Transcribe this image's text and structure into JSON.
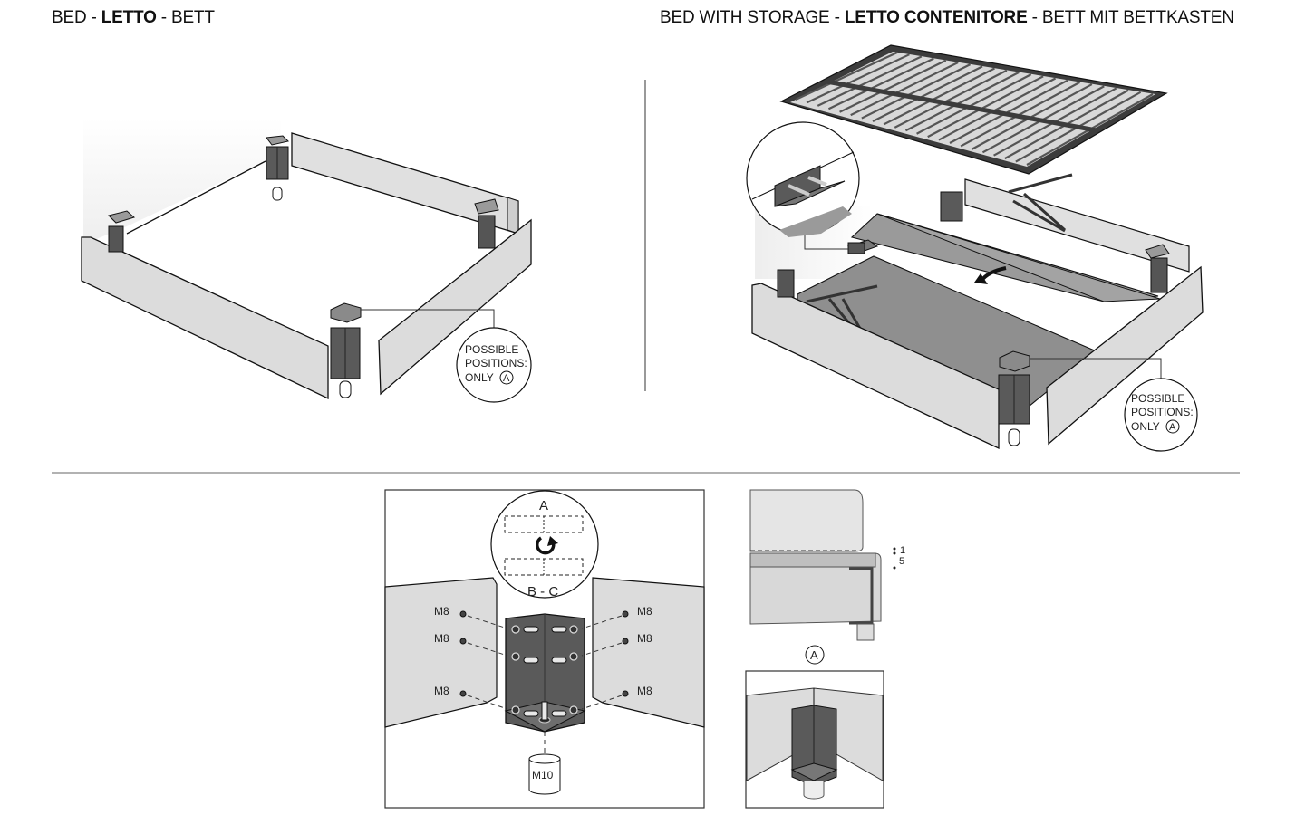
{
  "titles": {
    "left": {
      "part1": "BED - ",
      "bold": "LETTO",
      "part2": " - BETT"
    },
    "right": {
      "part1": "BED WITH STORAGE - ",
      "bold": "LETTO CONTENITORE",
      "part2": " - BETT MIT BETTKASTEN"
    }
  },
  "callouts": {
    "possible_positions_line1": "POSSIBLE",
    "possible_positions_line2": "POSITIONS:",
    "possible_positions_line3": "ONLY",
    "position_marker": "A"
  },
  "detail_bracket": {
    "orientation_top": "A",
    "orientation_bottom": "B - C",
    "screw_labels": [
      "M8",
      "M8",
      "M8",
      "M8",
      "M8",
      "M8"
    ],
    "foot_label": "M10"
  },
  "side_detail": {
    "scale_top": "1",
    "scale_bottom": "5",
    "position_marker": "A"
  },
  "colors": {
    "panel": "#dcdcdc",
    "bracket": "#555555",
    "base": "#8f8f8f",
    "line": "#1a1a1a"
  }
}
